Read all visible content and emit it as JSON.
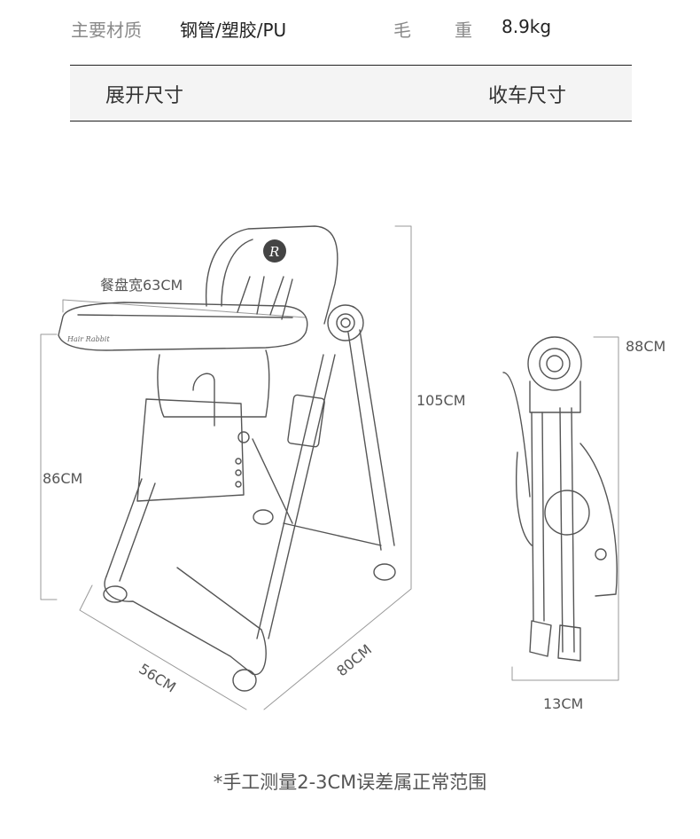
{
  "specs": {
    "material_label": "主要材质",
    "material_value": "钢管/塑胶/PU",
    "weight_label_1": "毛",
    "weight_label_2": "重",
    "weight_value": "8.9kg"
  },
  "section_header": {
    "unfolded": "展开尺寸",
    "folded": "收车尺寸"
  },
  "unfolded_dimensions": {
    "tray_width": "餐盘宽63CM",
    "total_height": "105CM",
    "seat_height": "86CM",
    "width": "56CM",
    "depth": "80CM"
  },
  "folded_dimensions": {
    "height": "88CM",
    "thickness": "13CM"
  },
  "logo_text": "Hair Rabbit",
  "footnote": "*手工测量2-3CM误差属正常范围",
  "colors": {
    "line": "#555555",
    "dimension": "#999999",
    "band": "#f4f4f4"
  }
}
